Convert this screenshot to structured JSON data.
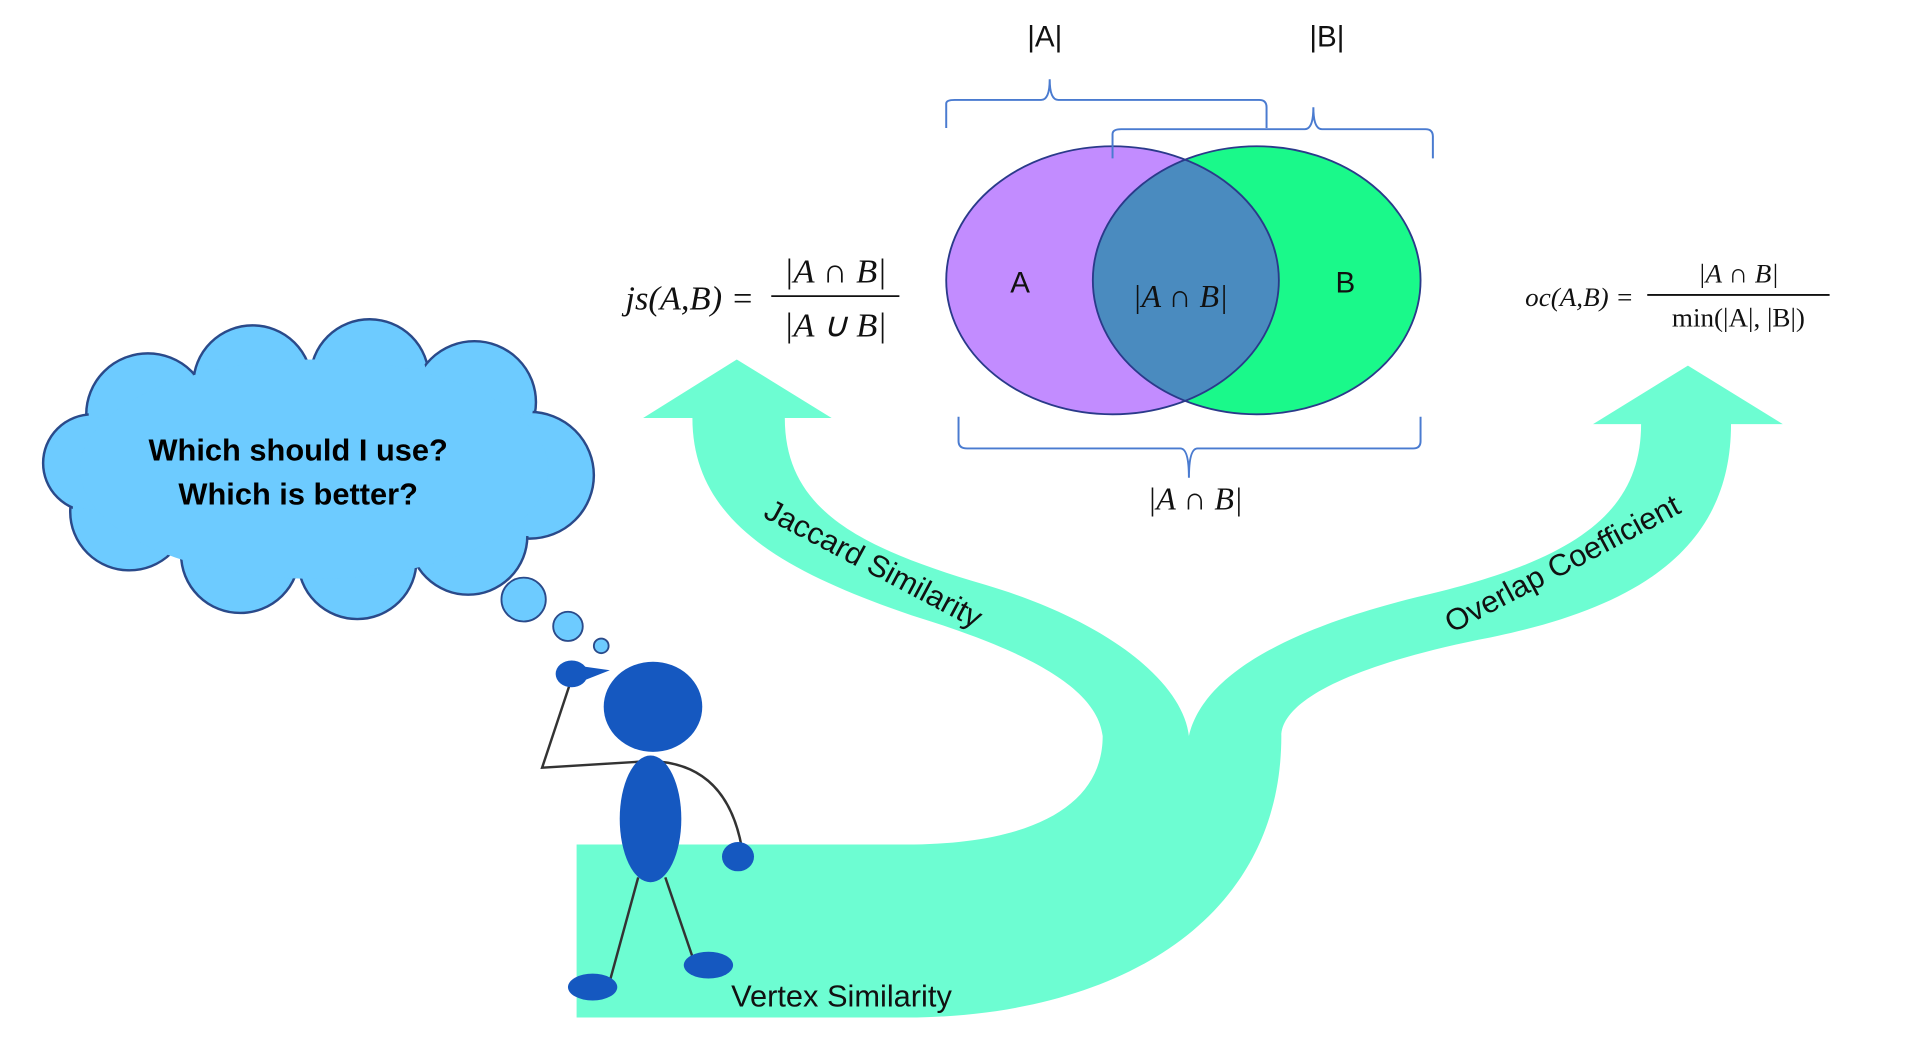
{
  "venn": {
    "set_a_label": "A",
    "set_b_label": "B",
    "intersection_label": "|A ∩ B|",
    "bracket_a_label": "|A|",
    "bracket_b_label": "|B|",
    "bracket_bottom_label": "|A ∩ B|",
    "colors": {
      "a": "#c28cff",
      "b": "#1af98a",
      "intersection": "#4a8bbf",
      "bracket": "#4a7bd0"
    }
  },
  "formulas": {
    "jaccard": {
      "lhs": "js(A,B) =",
      "numerator": "|A ∩ B|",
      "denominator": "|A ∪ B|"
    },
    "overlap": {
      "lhs": "oc(A,B) =",
      "numerator": "|A ∩ B|",
      "denominator": "min(|A|, |B|)"
    }
  },
  "arrows": {
    "color": "#6dfdd2",
    "trunk_label": "Vertex Similarity",
    "left_label": "Jaccard Similarity",
    "right_label": "Overlap Coefficient"
  },
  "thought": {
    "line1": "Which should I use?",
    "line2": "Which is better?",
    "color": "#6dcbff"
  },
  "figure": {
    "color": "#1558c0"
  }
}
